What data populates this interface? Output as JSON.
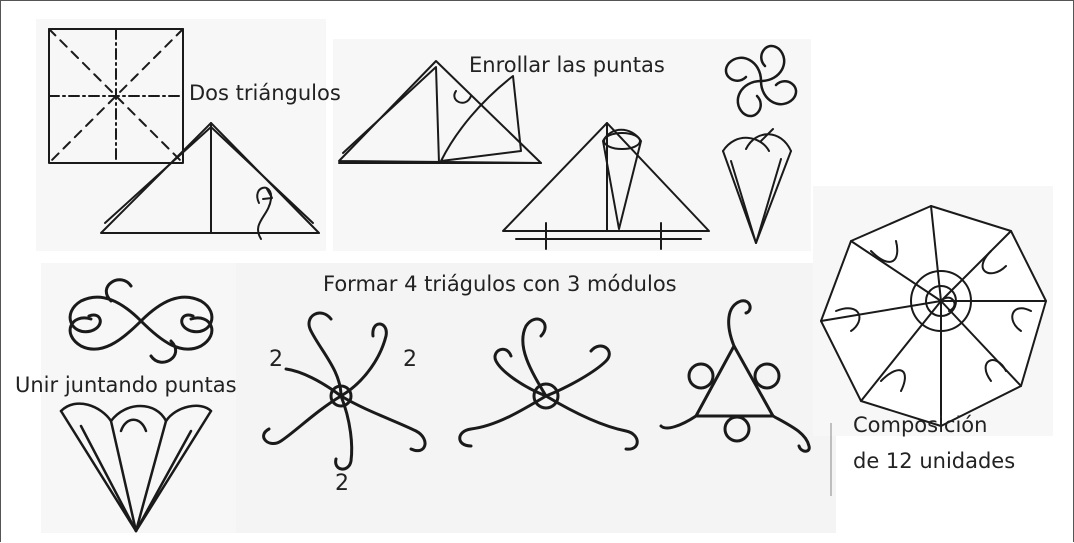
{
  "labels": {
    "dos_triangulos": "Dos triángulos",
    "enrollar": "Enrollar las puntas",
    "formar": "Formar 4 triágulos con 3 módulos",
    "unir": "Unir juntando puntas",
    "composicion_1": "Composición",
    "composicion_2": "de 12 unidades"
  },
  "module_counts": [
    "2",
    "2",
    "2"
  ],
  "colors": {
    "ink": "#1a1a1a",
    "background": "#ffffff"
  }
}
